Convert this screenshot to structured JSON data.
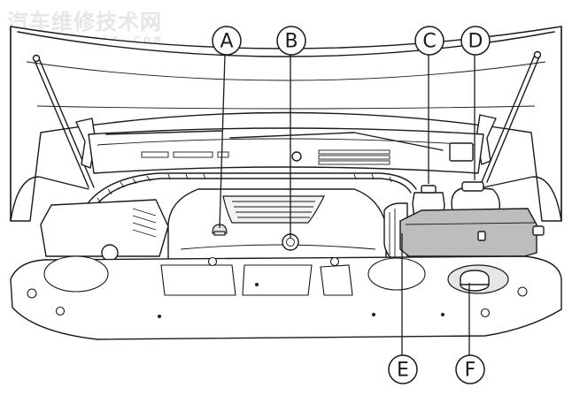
{
  "watermark": {
    "title": "汽车维修技术网",
    "url": "www.qcwxjs.com"
  },
  "callouts": [
    {
      "id": "A",
      "letter": "A"
    },
    {
      "id": "B",
      "letter": "B"
    },
    {
      "id": "C",
      "letter": "C"
    },
    {
      "id": "D",
      "letter": "D"
    },
    {
      "id": "E",
      "letter": "E"
    },
    {
      "id": "F",
      "letter": "F"
    }
  ],
  "colors": {
    "line": "#1a1a1a",
    "fluid_reservoir_fill": "#bdbdbd",
    "watermark": "#e6e6e6"
  }
}
